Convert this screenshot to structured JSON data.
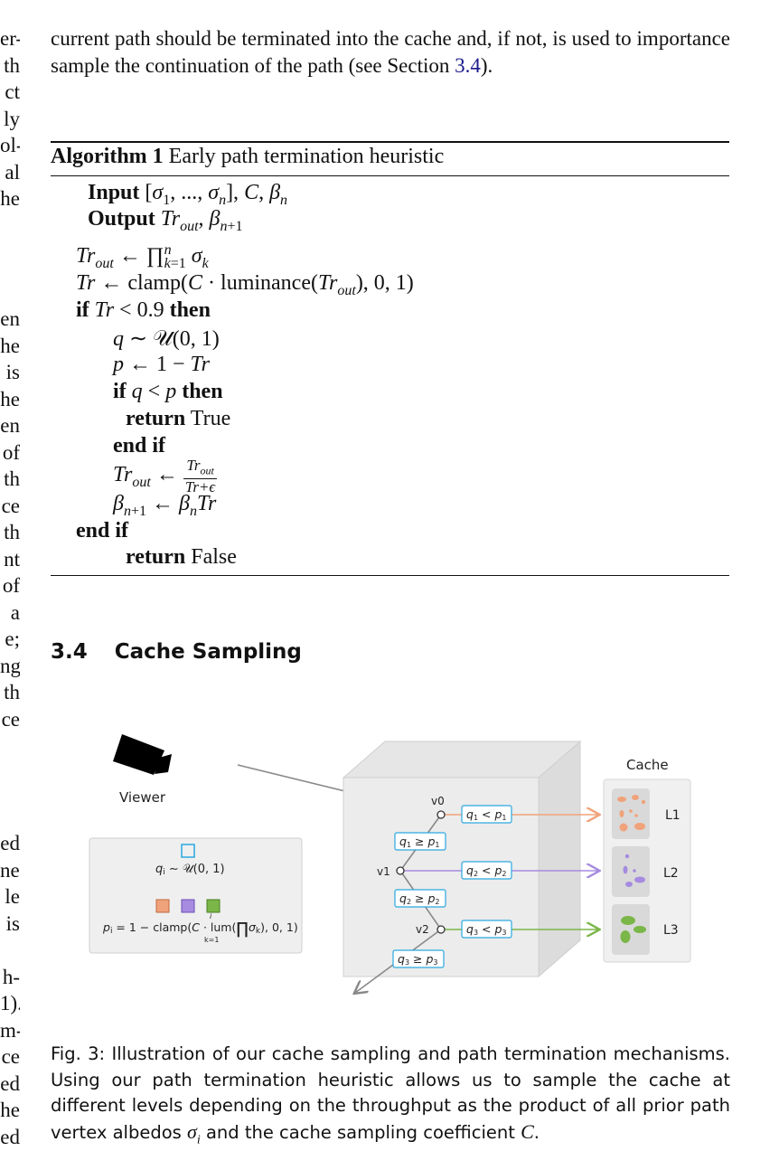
{
  "left_column": {
    "lines_top": [
      "er-",
      "th",
      "ct",
      "ly",
      "ol-",
      "al",
      "he"
    ],
    "lines_mid": [
      "en",
      "he",
      "is",
      "he",
      "en",
      "of",
      "th",
      "ce",
      "th",
      "nt",
      "of",
      "a",
      "e;",
      "ng",
      "th",
      "ce"
    ],
    "lines_bottom": [
      "ed",
      "ne.",
      "le",
      "is",
      "",
      "h-",
      "1).",
      "m-",
      "ce",
      "ed",
      "he",
      "ed"
    ]
  },
  "intro": {
    "text_before": "current path should be terminated into the cache and, if not, is used to importance sample the continuation of the path (see Section ",
    "ref": "3.4",
    "text_after": ")."
  },
  "algorithm": {
    "label": "Algorithm 1",
    "title": "Early path termination heuristic",
    "input_kw": "Input",
    "output_kw": "Output",
    "if_kw": "if",
    "then_kw": "then",
    "return_kw": "return",
    "end_if_kw": "end if",
    "true_val": "True",
    "false_val": "False"
  },
  "section": {
    "number": "3.4",
    "title": "Cache Sampling"
  },
  "figure": {
    "viewer_label": "Viewer",
    "cache_label": "Cache",
    "vertices": [
      "v0",
      "v1",
      "v2"
    ],
    "levels": [
      "L1",
      "L2",
      "L3"
    ],
    "colors": {
      "l1": "#f0a27a",
      "l2": "#a68be0",
      "l3": "#7ab648",
      "accent": "#2aa8e0"
    }
  },
  "caption": {
    "text_a": "Fig. 3: Illustration of our cache sampling and path termination mechanisms. Using our path termination heuristic allows us to sample the cache at different levels depending on the throughput as the product of all prior path vertex albedos ",
    "text_b": " and the cache sampling coefficient ",
    "text_c": "."
  }
}
